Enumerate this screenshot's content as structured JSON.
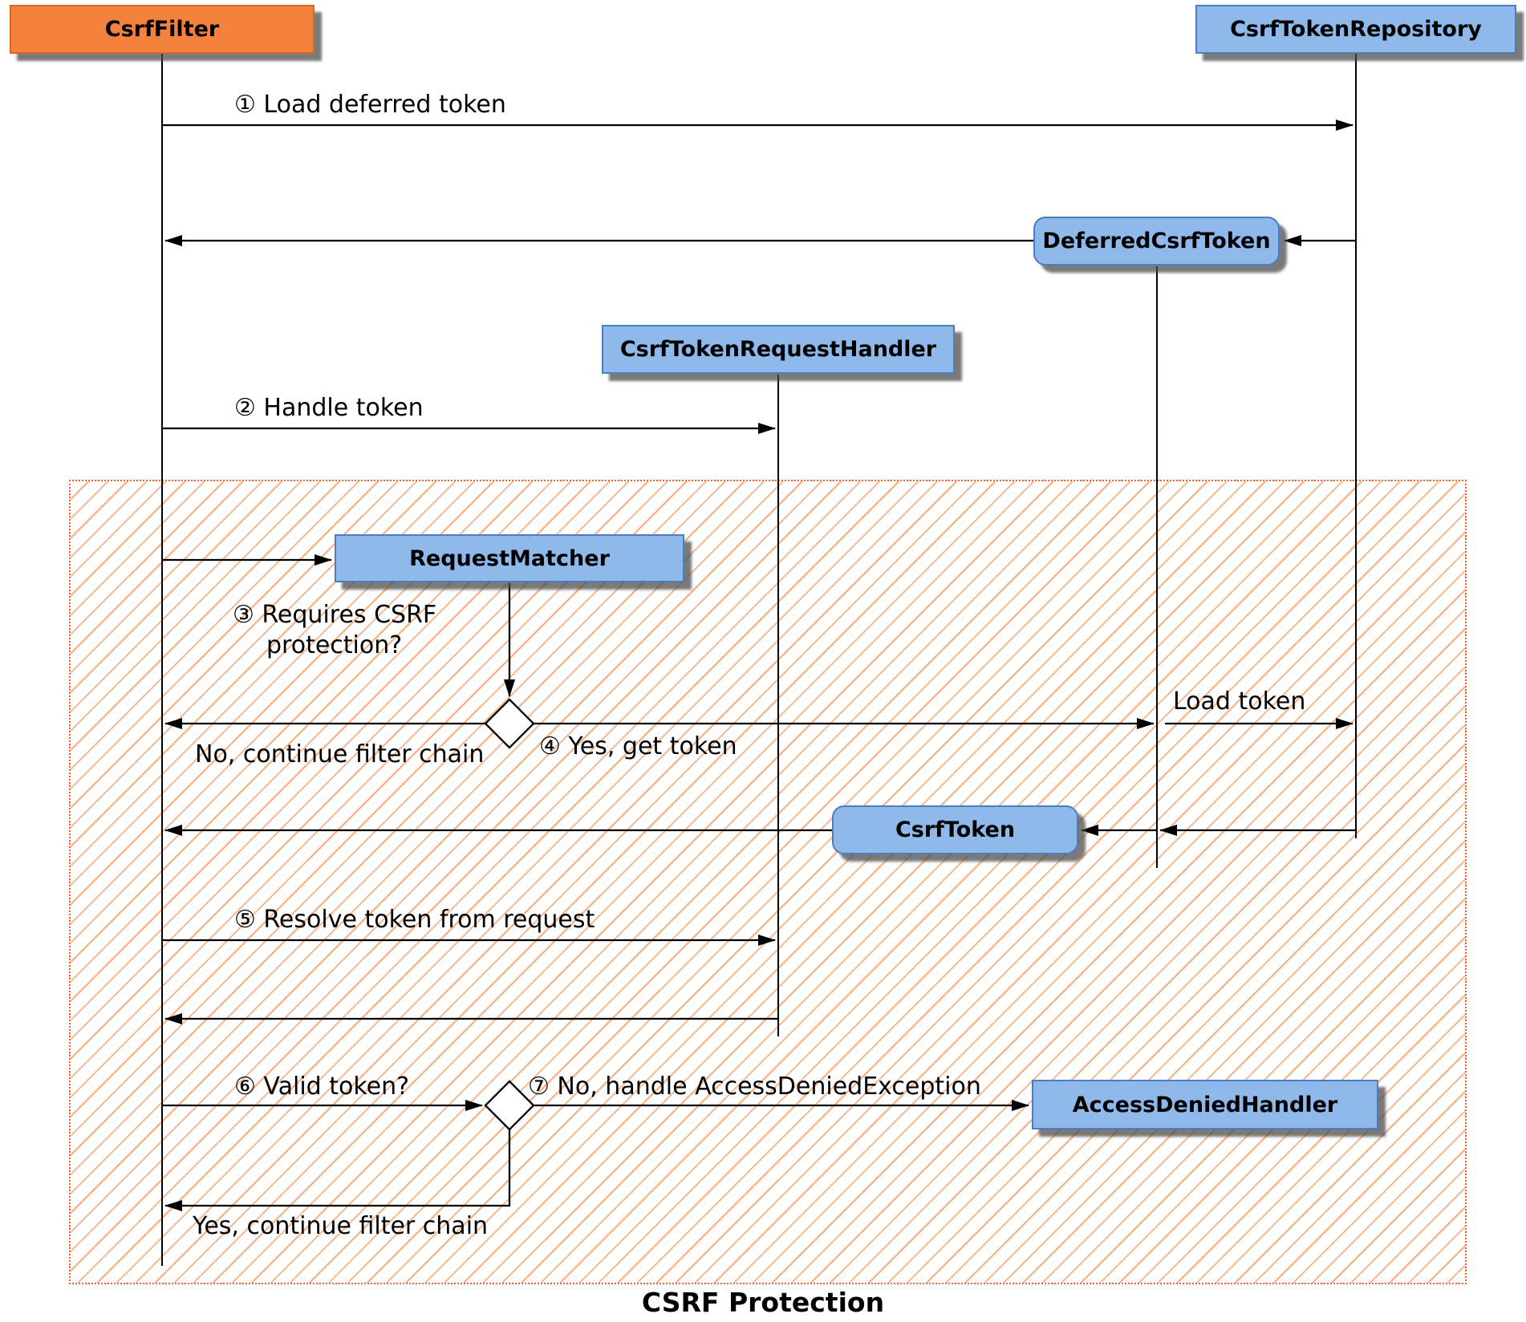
{
  "title": "CSRF Protection",
  "colors": {
    "actor_orange": "#F5813E",
    "actor_orange_border": "#D9681F",
    "node_blue": "#8EB9EA",
    "node_border": "#4A7EBD",
    "hatch_stripe": "#F6B287",
    "hatch_border": "#E8642C"
  },
  "nodes": {
    "csrf_filter": {
      "label": "CsrfFilter"
    },
    "csrf_token_repository": {
      "label": "CsrfTokenRepository"
    },
    "deferred_csrf_token": {
      "label": "DeferredCsrfToken"
    },
    "csrf_token_request_handler": {
      "label": "CsrfTokenRequestHandler"
    },
    "request_matcher": {
      "label": "RequestMatcher"
    },
    "csrf_token": {
      "label": "CsrfToken"
    },
    "access_denied_handler": {
      "label": "AccessDeniedHandler"
    }
  },
  "messages": {
    "load_deferred_token": "① Load deferred token",
    "handle_token": "② Handle token",
    "requires_csrf_protection": "③ Requires CSRF protection?",
    "no_continue_filter_chain": "No, continue filter chain",
    "yes_get_token": "④ Yes, get token",
    "load_token": "Load token",
    "resolve_token_from_request": "⑤ Resolve token from request",
    "valid_token": "⑥ Valid token?",
    "no_handle_access_denied": "⑦ No, handle AccessDeniedException",
    "yes_continue_filter_chain": "Yes, continue filter chain"
  }
}
